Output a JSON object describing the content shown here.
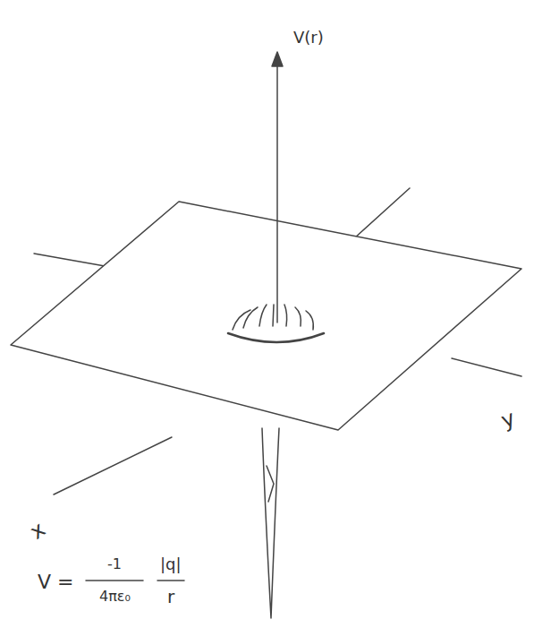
{
  "diagram": {
    "labels": [
      "V(r)",
      "x",
      "y",
      "V =",
      "-1",
      "4πε₀",
      "|q|",
      "r"
    ]
  }
}
